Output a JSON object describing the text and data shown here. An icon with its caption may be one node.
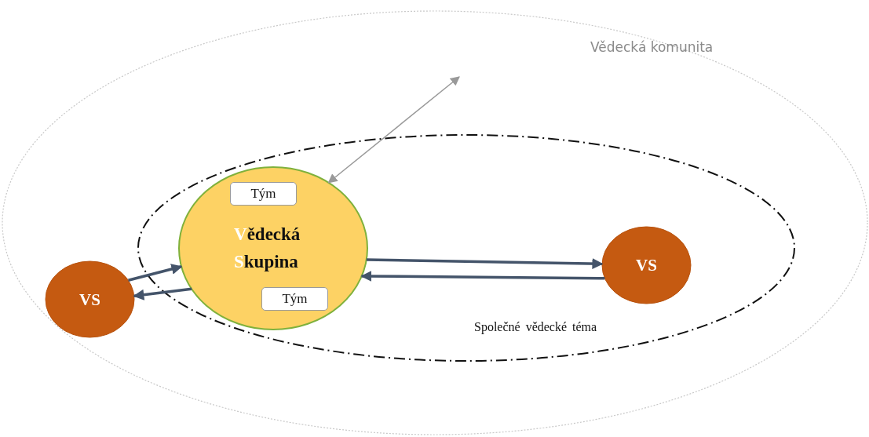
{
  "diagram": {
    "nodes": [
      {
        "text": [
          "Vědecká komunita"
        ]
      },
      {
        "text": [
          "Společné vědecké téma"
        ],
        "in": 0
      },
      {
        "text": [
          "Vědecká Skupina"
        ],
        "in": 1
      },
      {
        "text": [
          "Tým"
        ],
        "in": 2
      },
      {
        "text": [
          "Tým"
        ],
        "in": 2
      },
      {
        "text": [
          "VS"
        ],
        "in": 0
      },
      {
        "text": [
          "VS"
        ],
        "in": 1
      }
    ],
    "edges": [
      {
        "from": 5,
        "to": 2,
        "arrow": "to"
      },
      {
        "from": 2,
        "to": 5,
        "arrow": "to"
      },
      {
        "from": 2,
        "to": 6,
        "arrow": "to"
      },
      {
        "from": 6,
        "to": 2,
        "arrow": "to"
      },
      {
        "from": 2,
        "to": null,
        "arrow": "both",
        "color": "#999999"
      }
    ]
  }
}
